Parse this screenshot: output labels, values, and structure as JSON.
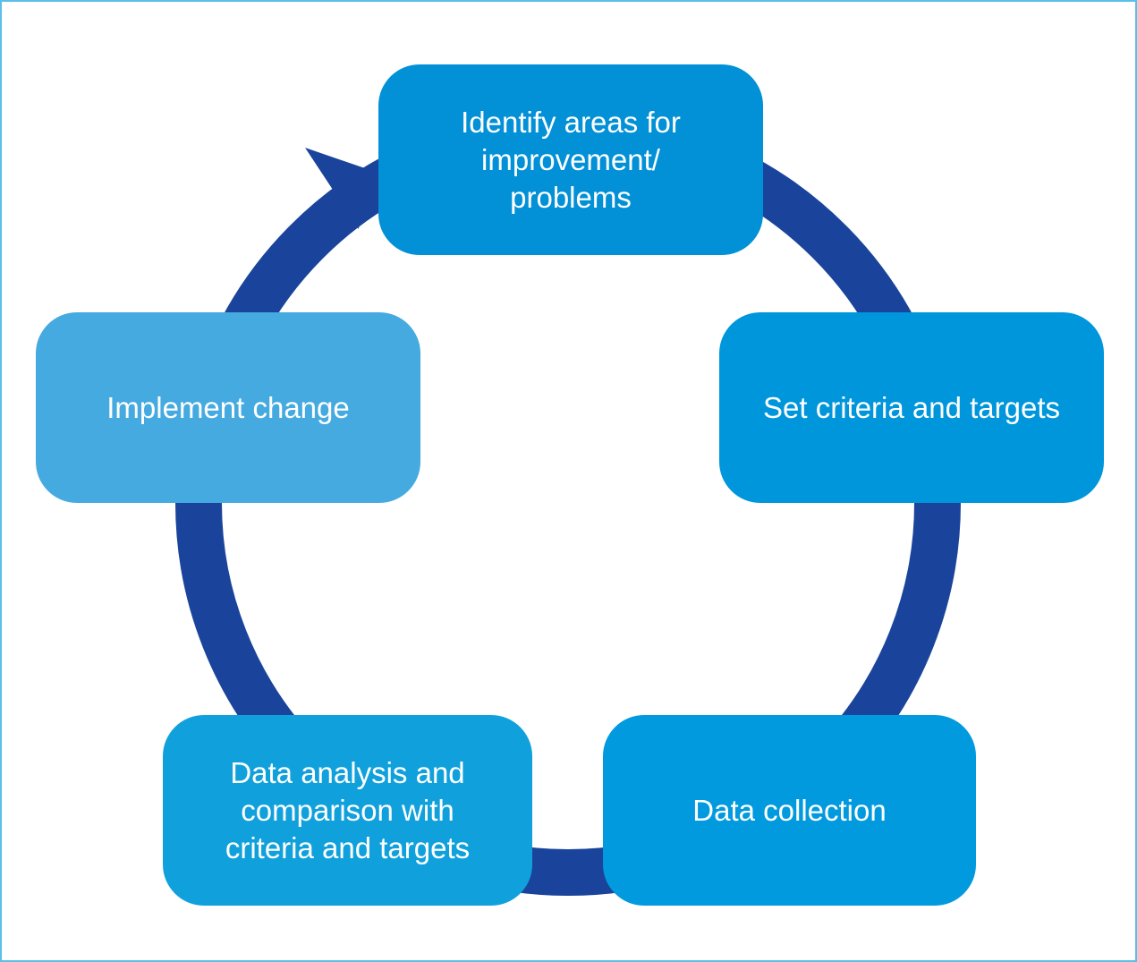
{
  "colors": {
    "frame_border": "#5bbfe8",
    "cycle_arrow": "#1a449b",
    "box_identify": "#0290d6",
    "box_criteria": "#0096db",
    "box_collection": "#029ade",
    "box_analysis": "#10a1dc",
    "box_implement": "#45aae0",
    "text": "#ffffff"
  },
  "icons": {
    "arrowhead": "cycle-arrowhead-icon"
  },
  "steps": {
    "identify": {
      "label": "Identify areas for improvement/ problems"
    },
    "criteria": {
      "label": "Set criteria and targets"
    },
    "collection": {
      "label": "Data collection"
    },
    "analysis": {
      "label": "Data analysis and comparison with criteria and targets"
    },
    "implement": {
      "label": "Implement change"
    }
  }
}
